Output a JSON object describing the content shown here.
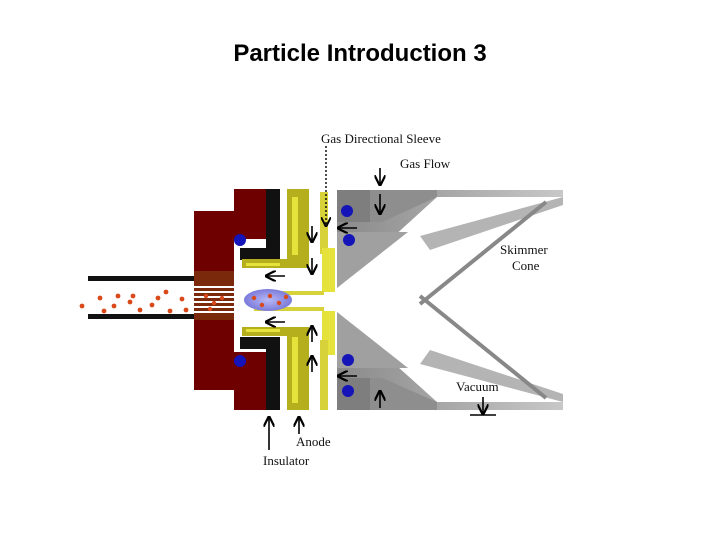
{
  "title": "Particle Introduction 3",
  "labels": {
    "gas_directional_sleeve": "Gas Directional Sleeve",
    "gas_flow": "Gas Flow",
    "skimmer": "Skimmer",
    "cone": "Cone",
    "vacuum": "Vacuum",
    "anode": "Anode",
    "insulator": "Insulator"
  },
  "colors": {
    "maroon": "#6e0000",
    "yellow": "#b5ae1d",
    "yellow_light": "#e6e23c",
    "black": "#111111",
    "gray": "#9c9c9c",
    "gray_dark": "#7a7a7a",
    "blue": "#1414b8",
    "particle": "#d9491a",
    "plasma": "#8f8fe6"
  }
}
